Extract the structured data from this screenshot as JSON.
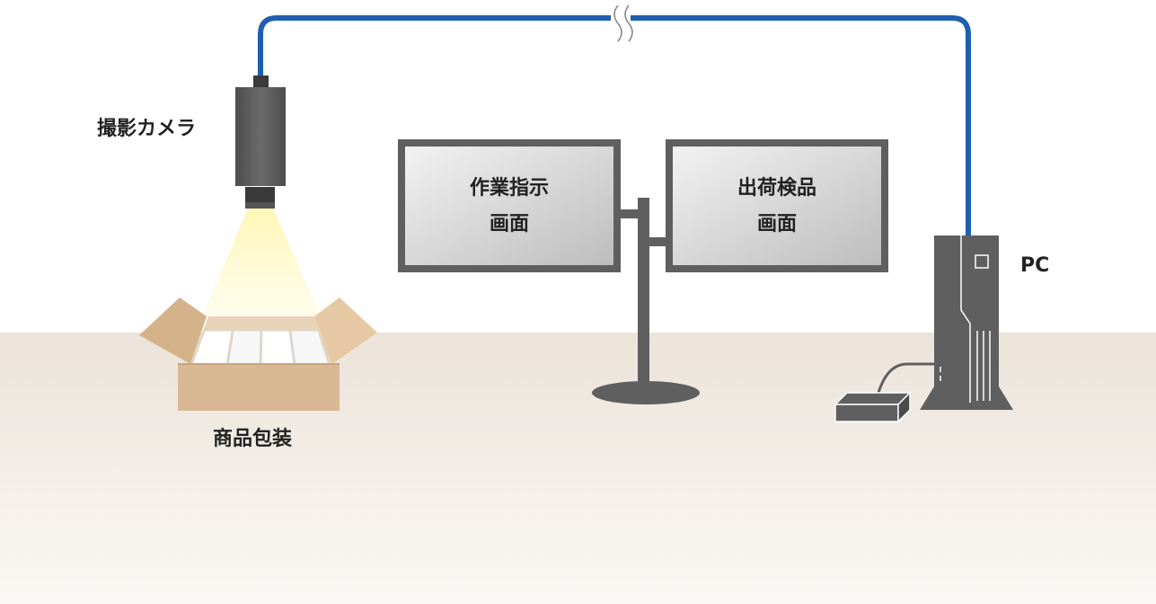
{
  "labels": {
    "camera": "撮影カメラ",
    "package": "商品包装",
    "pc": "PC"
  },
  "monitors": {
    "left": {
      "line1": "作業指示",
      "line2": "画面"
    },
    "right": {
      "line1": "出荷検品",
      "line2": "画面"
    }
  },
  "colors": {
    "cable": "#1e5fb0",
    "device": "#5f5f5f",
    "floor": "#ece3da",
    "box": "#d9b894",
    "light": "#fbf2a6"
  }
}
